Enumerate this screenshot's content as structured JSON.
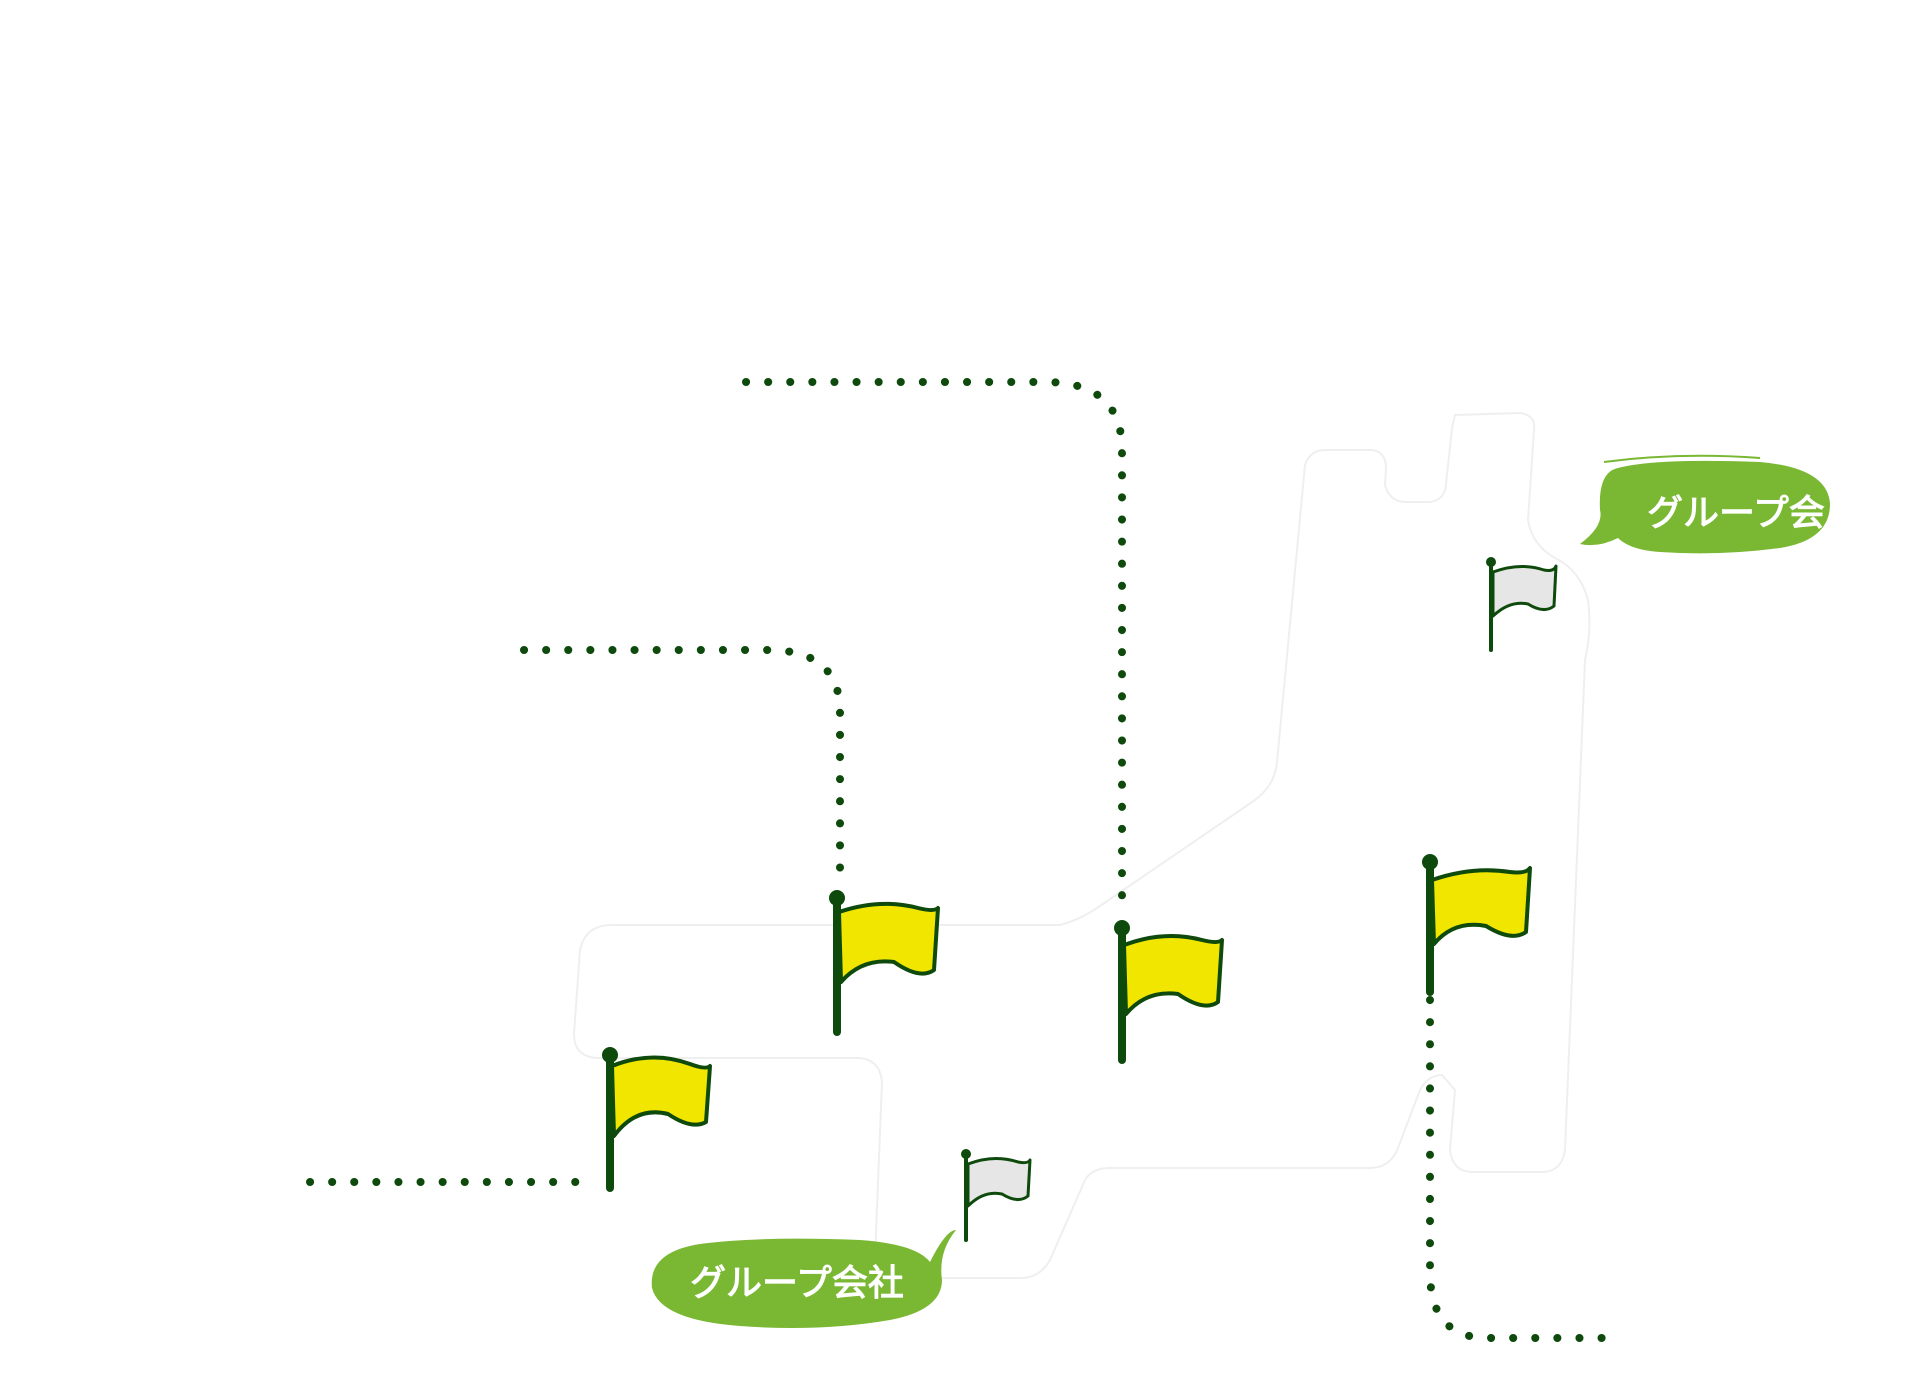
{
  "map": {
    "background_color": "#ffffff",
    "region_outline_color": "#efefef",
    "route_line_color": "#0e4a0c",
    "route_line_style": "dotted",
    "flags": [
      {
        "name": "flag-left-low",
        "type": "main",
        "color": "#f0e600"
      },
      {
        "name": "flag-center-left",
        "type": "main",
        "color": "#f0e600"
      },
      {
        "name": "flag-center",
        "type": "main",
        "color": "#f0e600"
      },
      {
        "name": "flag-right",
        "type": "main",
        "color": "#f0e600"
      },
      {
        "name": "flag-group-bottom",
        "type": "group",
        "color": "#e6e6e6"
      },
      {
        "name": "flag-group-top-right",
        "type": "group",
        "color": "#e6e6e6"
      }
    ],
    "flag_pole_color": "#0e4a0c",
    "bubbles": [
      {
        "name": "group-company-bubble-top-right",
        "text": "グループ会",
        "color": "#7ab833"
      },
      {
        "name": "group-company-bubble-bottom",
        "text": "グループ会社",
        "color": "#7ab833"
      }
    ]
  }
}
